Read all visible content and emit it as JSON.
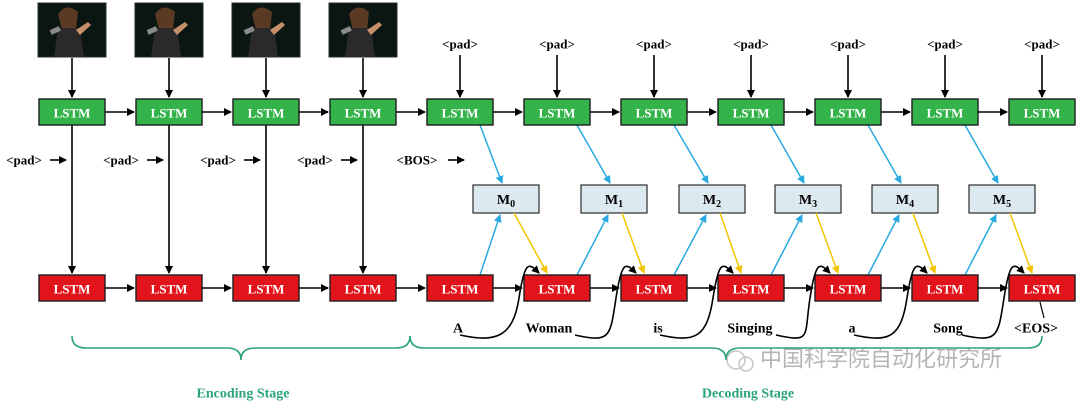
{
  "diagram": {
    "lstm_label": "LSTM",
    "pad_label": "<pad>",
    "bos_label": "<BOS>",
    "eos_label": "<EOS>",
    "encoder_steps": 4,
    "decoder_steps": 7,
    "memory_blocks": [
      {
        "main": "M",
        "sub": "0"
      },
      {
        "main": "M",
        "sub": "1"
      },
      {
        "main": "M",
        "sub": "2"
      },
      {
        "main": "M",
        "sub": "3"
      },
      {
        "main": "M",
        "sub": "4"
      },
      {
        "main": "M",
        "sub": "5"
      }
    ],
    "caption_words": [
      "A",
      "Woman",
      "is",
      "Singing",
      "a",
      "Song"
    ],
    "stages": {
      "encoding": "Encoding Stage",
      "decoding": "Decoding Stage"
    },
    "watermark": "中国科学院自动化研究所",
    "colors": {
      "top_lstm": "#33b34a",
      "bottom_lstm": "#e2141b",
      "memory_fill": "#dceaf0",
      "blue_arrow": "#29a9e1",
      "yellow_arrow": "#f2c500",
      "brace": "#2aa37a",
      "stage_text": "#2aa37a"
    }
  }
}
